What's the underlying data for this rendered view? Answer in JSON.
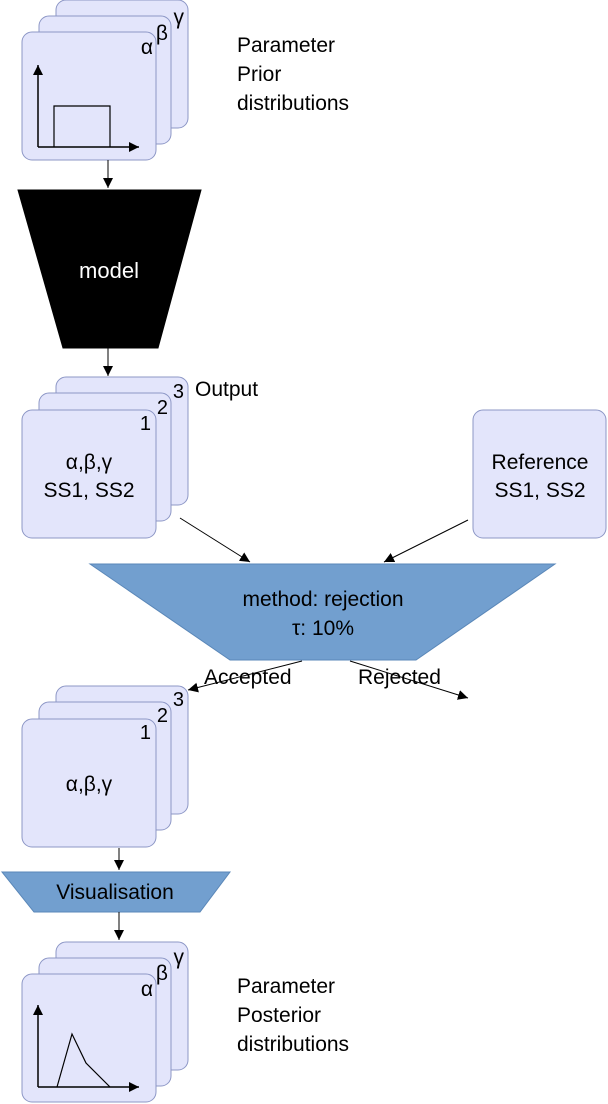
{
  "colors": {
    "card_fill": "#e3e5fb",
    "card_stroke": "#8d97c6",
    "method_fill": "#729fcf",
    "method_stroke": "#5a87b8",
    "model_fill": "#000000",
    "model_text": "#ffffff",
    "line": "#000000"
  },
  "prior": {
    "labels": [
      "α",
      "β",
      "γ"
    ],
    "caption": [
      "Parameter",
      "Prior",
      "distributions"
    ]
  },
  "model": {
    "label": "model"
  },
  "output": {
    "labels": [
      "1",
      "2",
      "3"
    ],
    "title": "Output",
    "line1": "α,β,γ",
    "line2": "SS1, SS2"
  },
  "reference": {
    "line1": "Reference",
    "line2": "SS1, SS2"
  },
  "method": {
    "line1": "method: rejection",
    "line2": "τ: 10%"
  },
  "branches": {
    "accepted": "Accepted",
    "rejected": "Rejected"
  },
  "accepted_stack": {
    "labels": [
      "1",
      "2",
      "3"
    ],
    "line1": "α,β,γ"
  },
  "visualisation": {
    "label": "Visualisation"
  },
  "posterior": {
    "labels": [
      "α",
      "β",
      "γ"
    ],
    "caption": [
      "Parameter",
      "Posterior",
      "distributions"
    ]
  }
}
